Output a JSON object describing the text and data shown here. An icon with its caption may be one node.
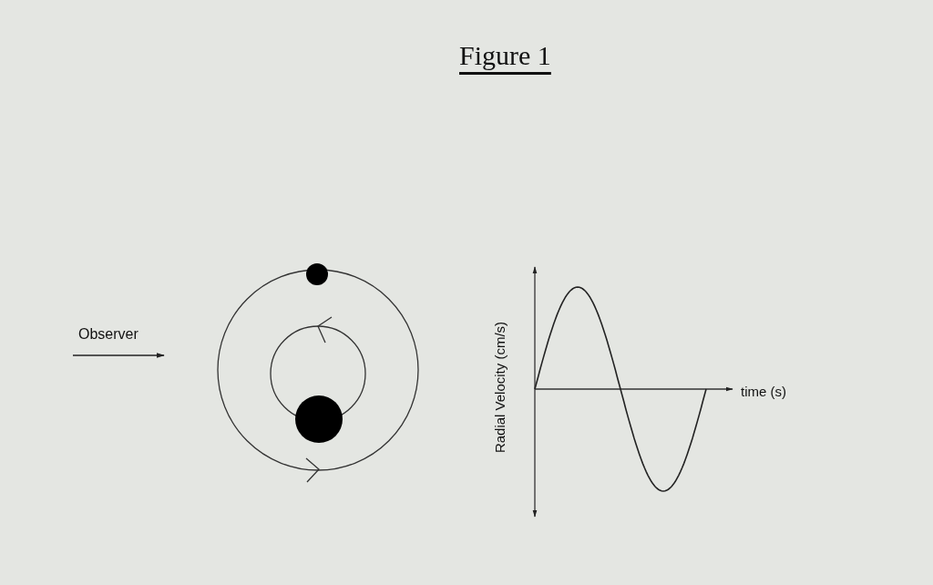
{
  "diagram": {
    "title": "Figure 1",
    "labels": [
      "Observer",
      "Radial Velocity (cm/s)",
      "time (s)"
    ]
  }
}
